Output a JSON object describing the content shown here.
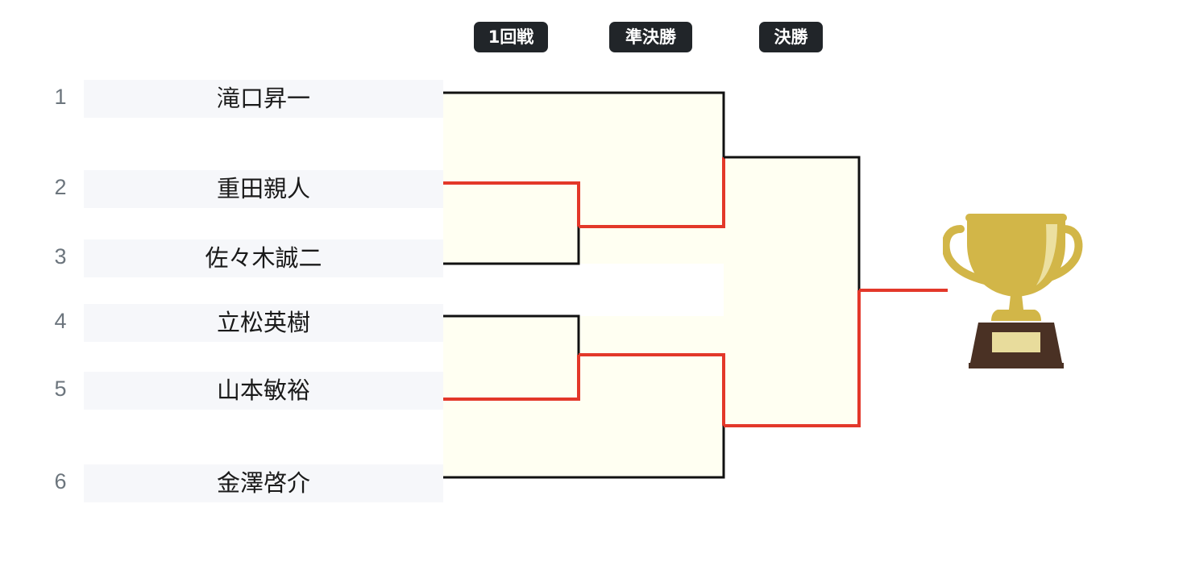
{
  "rounds": [
    {
      "label": "1回戦"
    },
    {
      "label": "準決勝"
    },
    {
      "label": "決勝"
    }
  ],
  "players": [
    {
      "seed": "1",
      "name": "滝口昇一"
    },
    {
      "seed": "2",
      "name": "重田親人"
    },
    {
      "seed": "3",
      "name": "佐々木誠二"
    },
    {
      "seed": "4",
      "name": "立松英樹"
    },
    {
      "seed": "5",
      "name": "山本敏裕"
    },
    {
      "seed": "6",
      "name": "金澤啓介"
    }
  ],
  "colors": {
    "winner_line": "#e3382a",
    "loser_line": "#111111",
    "match_fill": "#fffff2",
    "round_label_bg": "#212529",
    "player_box_bg": "#f6f7fa",
    "trophy_gold": "#d2b648",
    "trophy_base": "#4a3124",
    "trophy_plate": "#e8dc9c"
  },
  "icons": {
    "trophy": "trophy-icon"
  }
}
